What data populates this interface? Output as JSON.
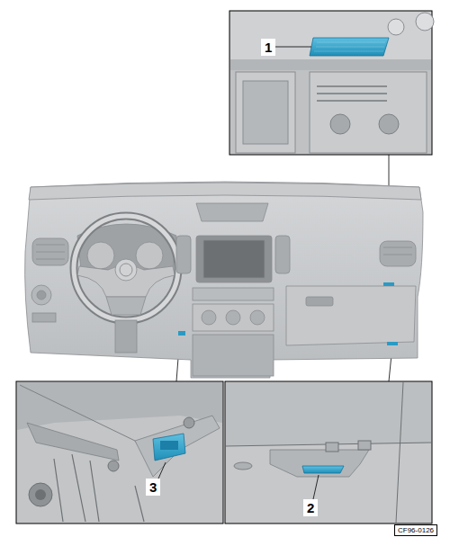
{
  "diagram": {
    "labels": [
      "1",
      "3",
      "2",
      "CF96-0126"
    ]
  }
}
